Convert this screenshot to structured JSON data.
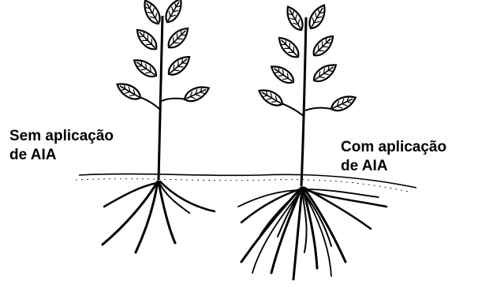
{
  "labels": {
    "left": {
      "line1": "Sem aplicação",
      "line2": "de AIA"
    },
    "right": {
      "line1": "Com aplicação",
      "line2": "de AIA"
    }
  },
  "colors": {
    "ink": "#000000",
    "background": "#ffffff"
  },
  "plants": {
    "left": {
      "treatment": "Sem aplicação de AIA",
      "root_density": "sparse"
    },
    "right": {
      "treatment": "Com aplicação de AIA",
      "root_density": "dense"
    }
  }
}
